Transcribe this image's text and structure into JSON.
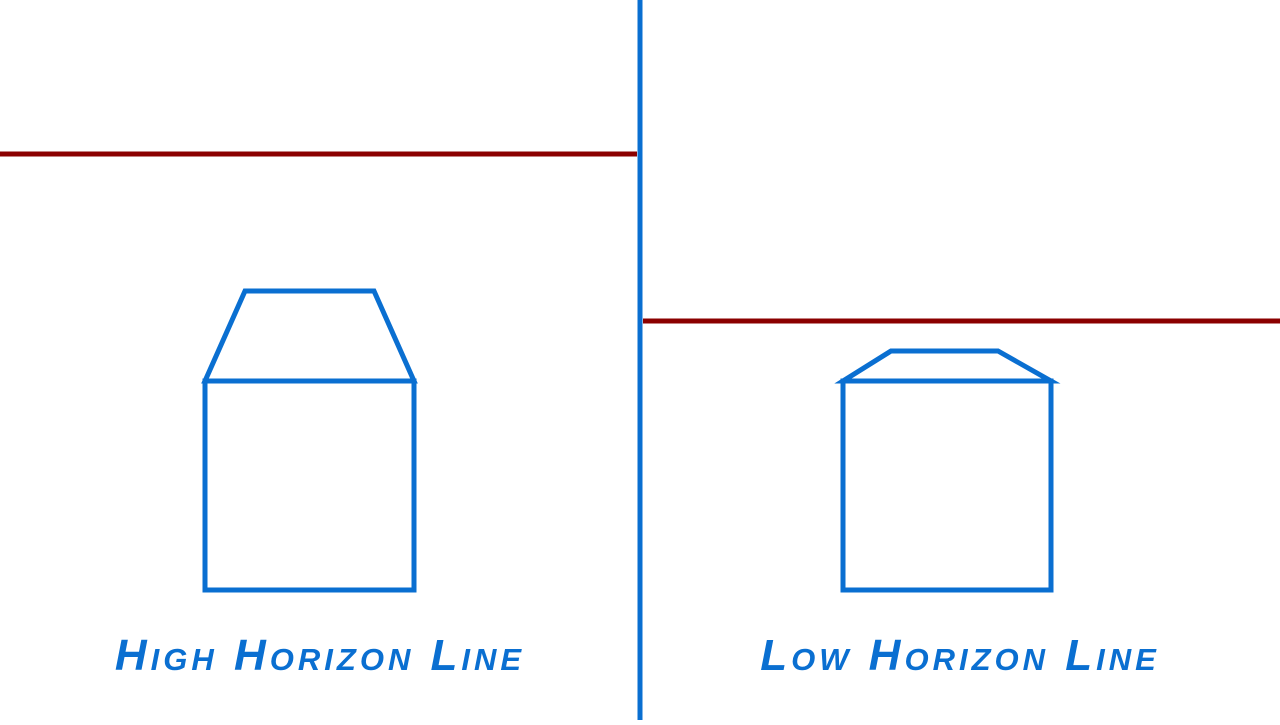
{
  "colors": {
    "background": "#ffffff",
    "blue": "#0a6fd1",
    "horizon_red": "#8b0000"
  },
  "panels": [
    {
      "caption": "High Horizon Line",
      "horizon": "high"
    },
    {
      "caption": "Low Horizon Line",
      "horizon": "low"
    }
  ]
}
